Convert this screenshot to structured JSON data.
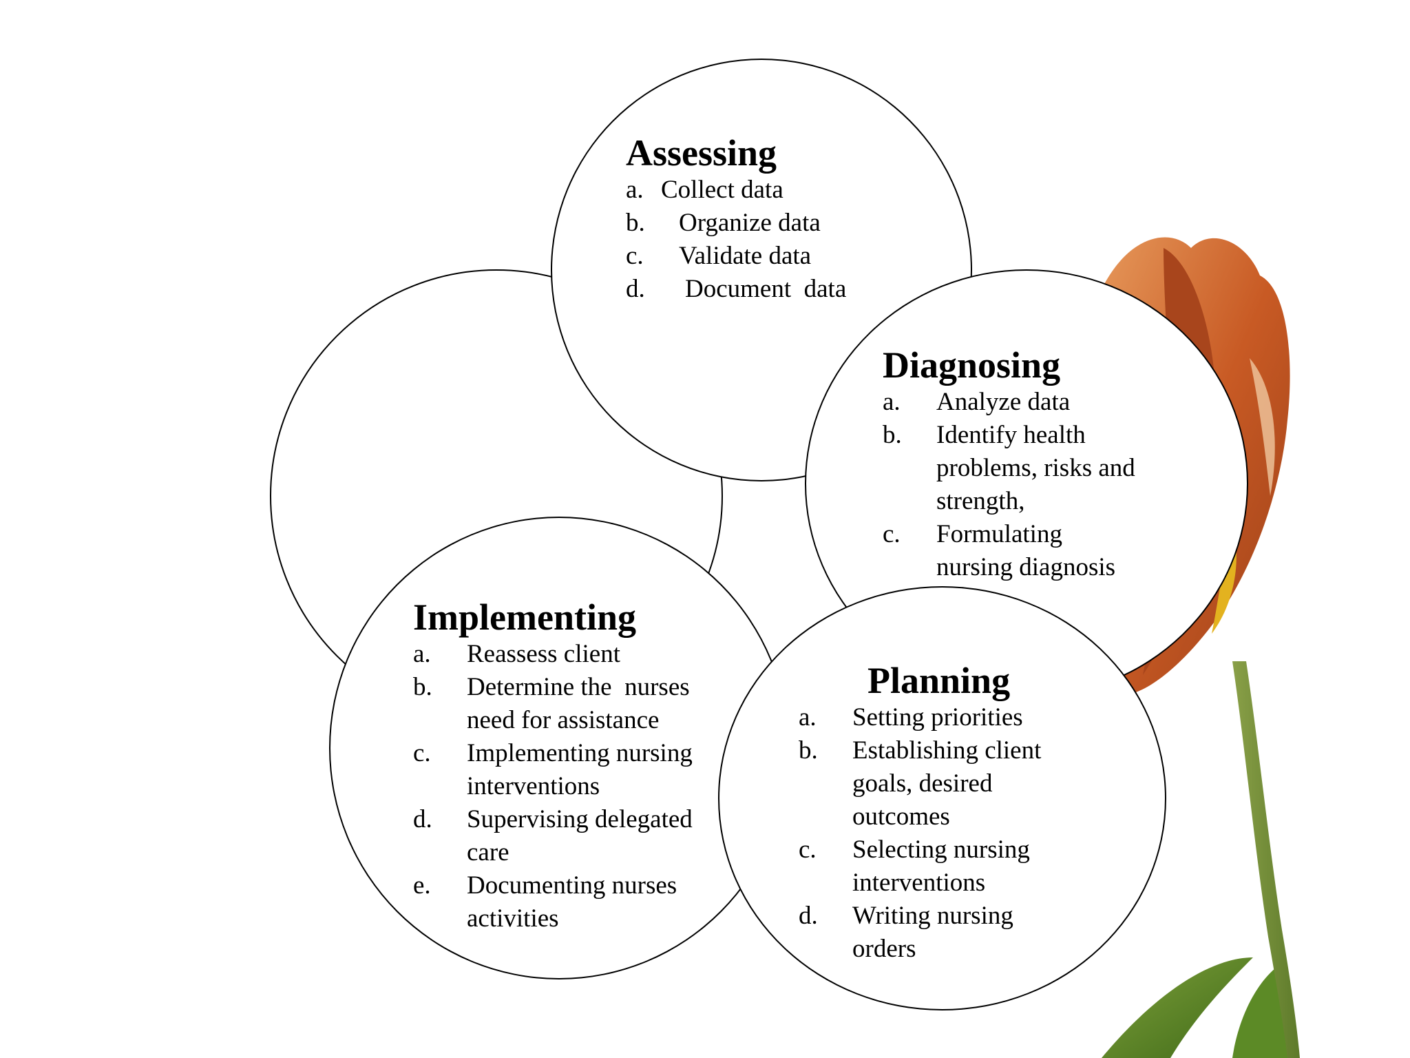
{
  "colors": {
    "background": "#ffffff",
    "outline": "#000000",
    "petal_dark": "#a8451c",
    "petal_mid": "#d26a2c",
    "petal_light": "#e79a5c",
    "petal_yellow": "#e3b21f",
    "stem": "#6e8a35",
    "leaf": "#4f7a22"
  },
  "icons": {
    "decoration": "tulip-flower-icon"
  },
  "stages": {
    "assessing": {
      "title": "Assessing",
      "items": [
        {
          "letter": "a.",
          "text": "Collect data"
        },
        {
          "letter": "b.",
          "text": "Organize data"
        },
        {
          "letter": "c.",
          "text": "Validate data"
        },
        {
          "letter": "d.",
          "text": "Document  data"
        }
      ]
    },
    "diagnosing": {
      "title": "Diagnosing",
      "items": [
        {
          "letter": "a.",
          "text": "Analyze data"
        },
        {
          "letter": "b.",
          "text": "Identify health problems, risks and strength,"
        },
        {
          "letter": "c.",
          "text": "Formulating nursing diagnosis"
        }
      ]
    },
    "planning": {
      "title": "Planning",
      "items": [
        {
          "letter": "a.",
          "text": "Setting priorities"
        },
        {
          "letter": "b.",
          "text": "Establishing client goals, desired outcomes"
        },
        {
          "letter": "c.",
          "text": "Selecting nursing interventions"
        },
        {
          "letter": "d.",
          "text": "Writing nursing orders"
        }
      ]
    },
    "implementing": {
      "title": "Implementing",
      "items": [
        {
          "letter": "a.",
          "text": "Reassess client"
        },
        {
          "letter": "b.",
          "text": "Determine the  nurses need for assistance"
        },
        {
          "letter": "c.",
          "text": "Implementing nursing interventions"
        },
        {
          "letter": "d.",
          "text": "Supervising delegated care"
        },
        {
          "letter": "e.",
          "text": "Documenting nurses activities"
        }
      ]
    }
  }
}
